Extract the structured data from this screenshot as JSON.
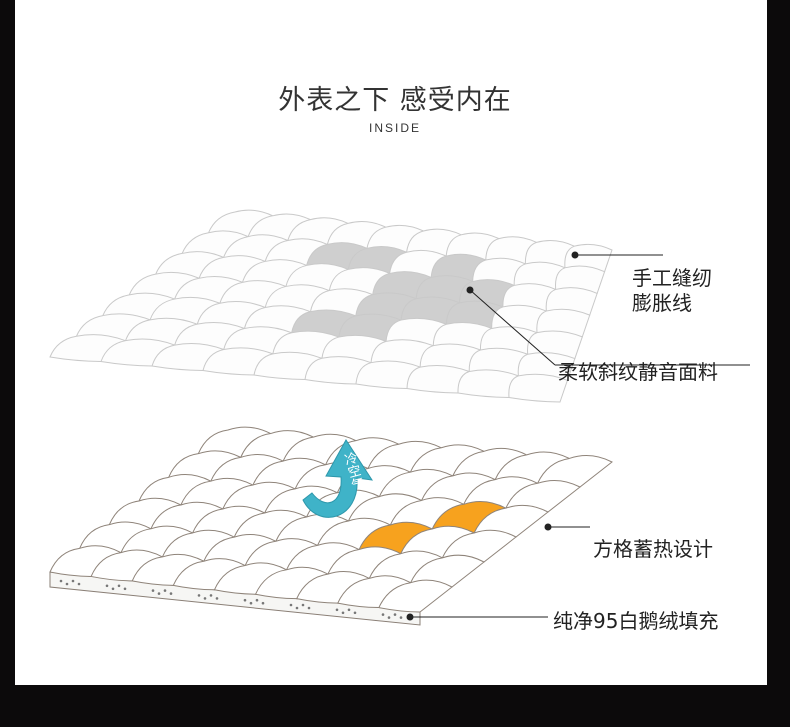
{
  "title": "外表之下 感受内在",
  "subtitle": "INSIDE",
  "labels": {
    "stitch_line1": "手工缝纫",
    "stitch_line2": "膨胀线",
    "fabric": "柔软斜纹静音面料",
    "grid": "方格蓄热设计",
    "filling": "纯净95白鹅绒填充"
  },
  "arrow_text": "冷空气",
  "colors": {
    "accent_orange": "#f7a21e",
    "arrow_blue": "#3fb3c8",
    "gray_cell": "#c8c8c8"
  }
}
